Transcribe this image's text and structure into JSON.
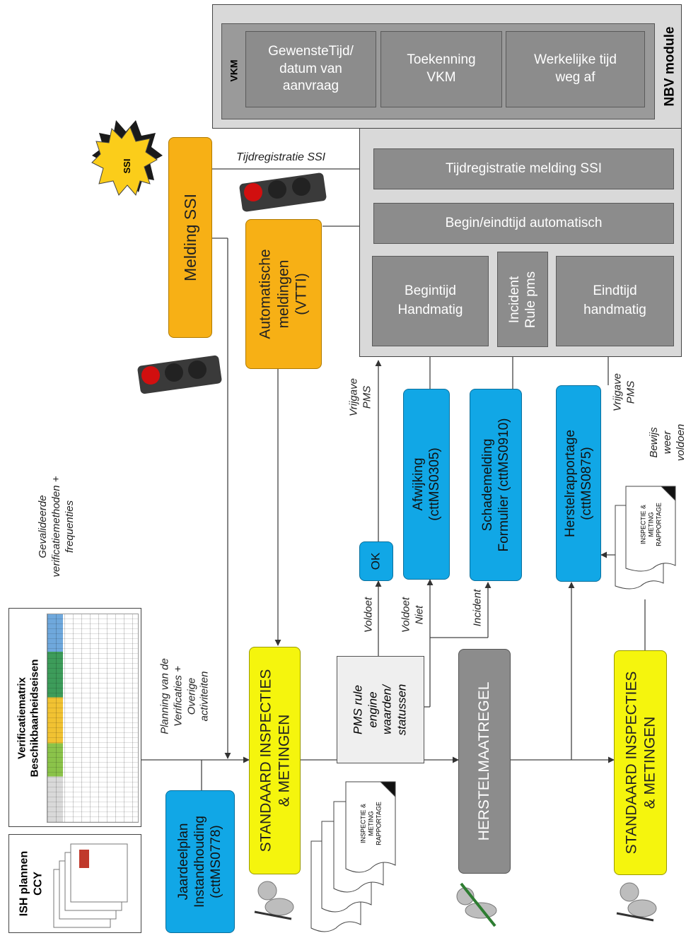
{
  "nbv": {
    "title": "NBV module",
    "vkm_label": "VKM",
    "vkm_boxes": [
      "GewensteTijd/\ndatum van\naanvraag",
      "Toekenning\nVKM",
      "Werkelijke tijd\nweg af"
    ],
    "ssi_time": "Tijdregistratie melding SSI",
    "auto_time": "Begin/eindtijd automatisch",
    "begin_manual": "Begintijd\nHandmatig",
    "incident_rule": "Incident\nRule pms",
    "end_manual": "Eindtijd\nhandmatig"
  },
  "sources": {
    "ssi_sun": "SSI",
    "melding_ssi": "Melding SSI",
    "auto_meldingen": "Automatische\nmeldingen\n(VTTI)",
    "tijdregistratie_label": "Tijdregistratie SSI"
  },
  "flow": {
    "ish_plannen": "ISH plannen\nCCY",
    "verificatiematrix": "Verificatiematrix\nBeschikbaarheidseisen",
    "gevalideerde": "Gevalideerde\nverificatiemethoden +\nfrequenties",
    "planning": "Planning van de\nVerificaties +\nOverige\nactiviteiten",
    "jaardeelplan": "Jaardeelplan\nInstandhouding\n(cttMS0778)",
    "standaard1": "STANDAARD INSPECTIES\n& METINGEN",
    "pms_rule": "PMS rule\nengine\nwaarden/\nstatussen",
    "voldoet": "Voldoet",
    "voldoet_niet": "Voldoet\nNiet",
    "incident": "Incident",
    "ok": "OK",
    "vrijgave1": "Vrijgave\nPMS",
    "afwijking": "Afwijking\n(cttMS0305)",
    "schademelding": "Schademelding\nFormulier (cttMS0910)",
    "herstelmaatregel": "HERSTELMAATREGEL",
    "herstelrapportage": "Herstelrapportage\n(cttMS0875)",
    "vrijgave2": "Vrijgave\nPMS",
    "bewijs": "Bewijs weer\nvoldoen",
    "standaard2": "STANDAARD INSPECTIES\n& METINGEN",
    "report_label": "INSPECTIE &\nMETING\nRAPPORTAGE"
  }
}
